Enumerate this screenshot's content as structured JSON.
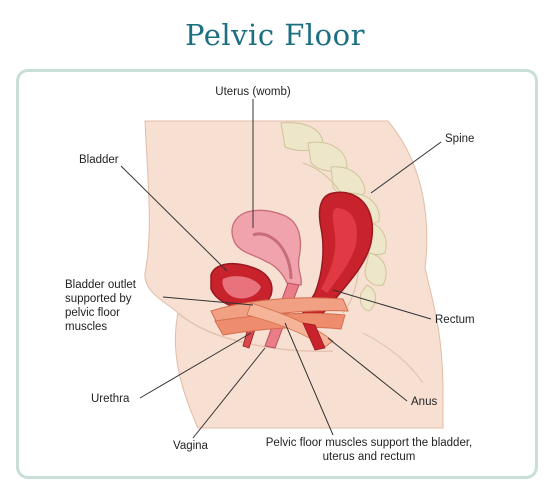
{
  "title": "Pelvic Floor",
  "labels": {
    "uterus": "Uterus (womb)",
    "spine": "Spine",
    "bladder": "Bladder",
    "bladder_outlet_1": "Bladder outlet",
    "bladder_outlet_2": "supported by",
    "bladder_outlet_3": "pelvic floor",
    "bladder_outlet_4": "muscles",
    "rectum": "Rectum",
    "urethra": "Urethra",
    "anus": "Anus",
    "vagina": "Vagina",
    "pelvic_floor_1": "Pelvic floor muscles support the bladder,",
    "pelvic_floor_2": "uterus and rectum"
  }
}
